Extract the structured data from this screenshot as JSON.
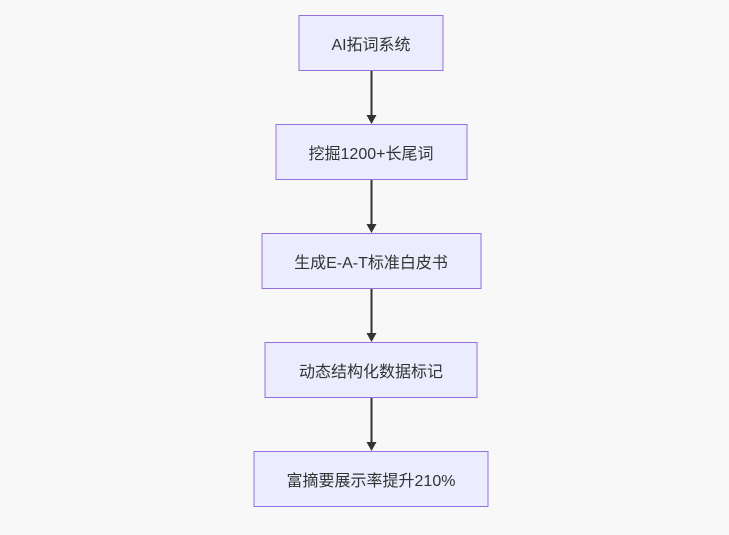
{
  "flowchart": {
    "direction": "top-down",
    "nodes": [
      {
        "label": "AI拓词系统"
      },
      {
        "label": "挖掘1200+长尾词"
      },
      {
        "label": "生成E-A-T标准白皮书"
      },
      {
        "label": "动态结构化数据标记"
      },
      {
        "label": "富摘要展示率提升210%"
      }
    ],
    "edges": [
      {
        "from": "AI拓词系统",
        "to": "挖掘1200+长尾词",
        "arrow": "down"
      },
      {
        "from": "挖掘1200+长尾词",
        "to": "生成E-A-T标准白皮书",
        "arrow": "down"
      },
      {
        "from": "生成E-A-T标准白皮书",
        "to": "动态结构化数据标记",
        "arrow": "down"
      },
      {
        "from": "动态结构化数据标记",
        "to": "富摘要展示率提升210%",
        "arrow": "down"
      }
    ]
  },
  "colors": {
    "background": "#f8f8f8",
    "node_fill": "#ECECFF",
    "node_border": "#9370DB",
    "node_text": "#333333",
    "arrow": "#333333"
  }
}
